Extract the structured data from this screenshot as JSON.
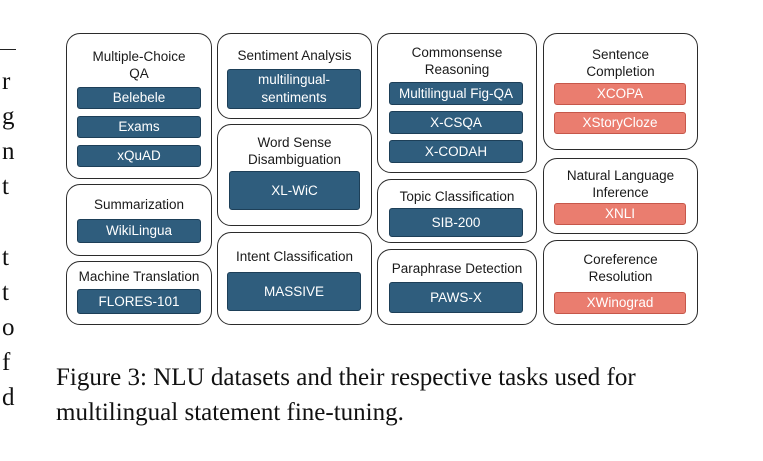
{
  "gutter_chars": [
    "r",
    "g",
    "n",
    "t",
    "t",
    "t",
    "o",
    "f",
    "d"
  ],
  "colors": {
    "english_dataset": "#2f5d7d",
    "multilingual_dataset": "#ea7d6f"
  },
  "tasks": {
    "mcqa": {
      "title": "Multiple-Choice QA",
      "datasets": [
        "Belebele",
        "Exams",
        "xQuAD"
      ]
    },
    "summarization": {
      "title": "Summarization",
      "datasets": [
        "WikiLingua"
      ]
    },
    "machine_translation": {
      "title": "Machine Translation",
      "datasets": [
        "FLORES-101"
      ]
    },
    "sentiment": {
      "title": "Sentiment Analysis",
      "datasets": [
        "multilingual-sentiments"
      ]
    },
    "wsd": {
      "title": "Word Sense Disambiguation",
      "datasets": [
        "XL-WiC"
      ]
    },
    "intent": {
      "title": "Intent Classification",
      "datasets": [
        "MASSIVE"
      ]
    },
    "commonsense": {
      "title": "Commonsense Reasoning",
      "datasets": [
        "Multilingual Fig-QA",
        "X-CSQA",
        "X-CODAH"
      ]
    },
    "topic": {
      "title": "Topic Classification",
      "datasets": [
        "SIB-200"
      ]
    },
    "paraphrase": {
      "title": "Paraphrase Detection",
      "datasets": [
        "PAWS-X"
      ]
    },
    "sentence_completion": {
      "title": "Sentence Completion",
      "datasets": [
        "XCOPA",
        "XStoryCloze"
      ]
    },
    "nli": {
      "title": "Natural Language Inference",
      "datasets": [
        "XNLI"
      ]
    },
    "coreference": {
      "title": "Coreference Resolution",
      "datasets": [
        "XWinograd"
      ]
    }
  },
  "caption": "Figure 3: NLU datasets and their respective tasks used for multilingual statement fine-tuning."
}
